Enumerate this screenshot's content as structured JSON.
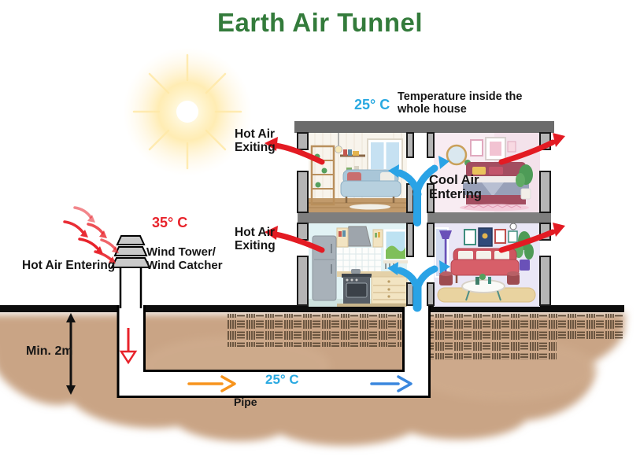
{
  "title": "Earth Air Tunnel",
  "house": {
    "inside_temp": "25° C",
    "inside_temp_caption": "Temperature inside the whole house",
    "upper_floor": {
      "exit_label": "Hot Air Exiting",
      "enter_label": "Cool Air Entering"
    },
    "lower_floor": {
      "exit_label": "Hot Air Exiting"
    }
  },
  "wind_tower": {
    "outside_temp": "35° C",
    "name_label": "Wind Tower/ Wind Catcher",
    "enter_label": "Hot Air Entering"
  },
  "underground": {
    "depth_label": "Min. 2m",
    "pipe_temp": "25° C",
    "pipe_label": "Pipe"
  },
  "colors": {
    "title_green": "#337B3B",
    "hot_red": "#E8232B",
    "cool_blue": "#29A9E1",
    "pipe_orange": "#F7941D",
    "soil_tan": "#C9A485"
  }
}
